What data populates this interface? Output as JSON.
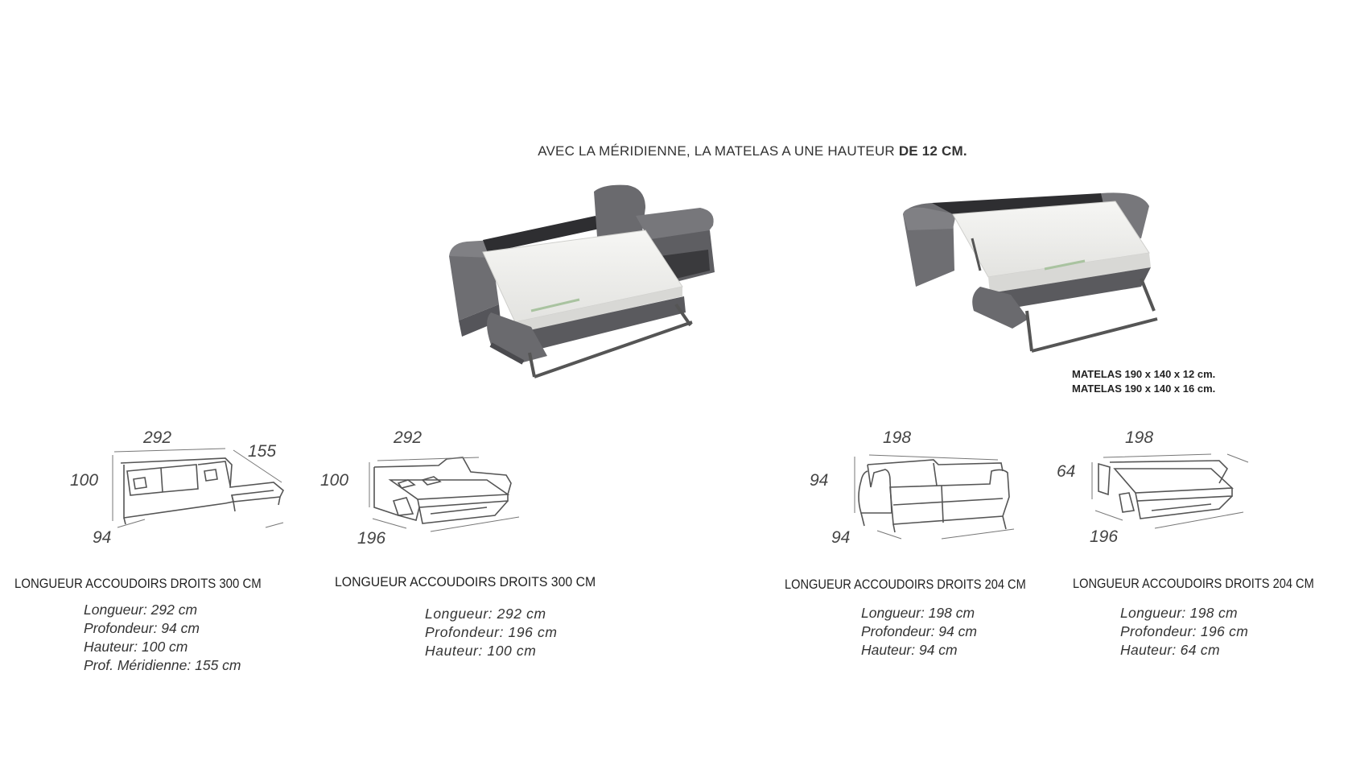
{
  "headline": {
    "part1": "AVEC LA MÉRIDIENNE, LA MATELAS A UNE HAUTEUR ",
    "part2": "DE 12 CM."
  },
  "matelas": {
    "line1": "MATELAS 190 x 140 x 12 cm.",
    "line2": "MATELAS 190 x 140 x 16 cm."
  },
  "colors": {
    "fabric": "#6e6e72",
    "fabric_dark": "#4f4f53",
    "mattress": "#efefed",
    "line_art": "#555555"
  },
  "models": [
    {
      "dims": {
        "length": "292",
        "depth": "94",
        "height": "100",
        "extra": "155"
      },
      "title": "LONGUEUR ACCOUDOIRS DROITS 300 CM",
      "specs": [
        "Longueur: 292 cm",
        "Profondeur: 94 cm",
        "Hauteur: 100 cm",
        "Prof. Méridienne: 155 cm"
      ]
    },
    {
      "dims": {
        "length": "292",
        "depth": "196",
        "height": "100"
      },
      "title": "LONGUEUR ACCOUDOIRS DROITS 300 CM",
      "specs": [
        "Longueur: 292 cm",
        "Profondeur: 196 cm",
        "Hauteur: 100 cm"
      ]
    },
    {
      "dims": {
        "length": "198",
        "depth": "94",
        "height": "94"
      },
      "title": "LONGUEUR ACCOUDOIRS DROITS 204 CM",
      "specs": [
        "Longueur: 198 cm",
        "Profondeur: 94 cm",
        "Hauteur: 94 cm"
      ]
    },
    {
      "dims": {
        "length": "198",
        "depth": "196",
        "height": "64"
      },
      "title": "LONGUEUR ACCOUDOIRS DROITS 204 CM",
      "specs": [
        "Longueur: 198 cm",
        "Profondeur: 196 cm",
        "Hauteur: 64 cm"
      ]
    }
  ]
}
